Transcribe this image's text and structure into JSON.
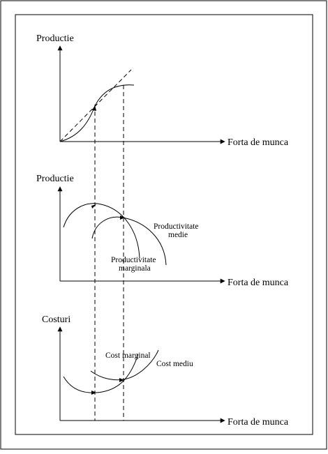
{
  "panels": [
    {
      "id": "top",
      "y_label": "Productie",
      "x_label": "Forta de munca",
      "curves": []
    },
    {
      "id": "middle",
      "y_label": "Productie",
      "x_label": "Forta de munca",
      "curves": [
        {
          "id": "avg",
          "label_lines": [
            "Productivitate",
            "medie"
          ]
        },
        {
          "id": "marg",
          "label_lines": [
            "Productivitate",
            "marginala"
          ]
        }
      ]
    },
    {
      "id": "bottom",
      "y_label": "Costuri",
      "x_label": "Forta de munca",
      "curves": [
        {
          "id": "cm",
          "label_lines": [
            "Cost marginal"
          ]
        },
        {
          "id": "cavg",
          "label_lines": [
            "Cost mediu"
          ]
        }
      ]
    }
  ],
  "colors": {
    "ink": "#000000",
    "background": "#ffffff"
  }
}
